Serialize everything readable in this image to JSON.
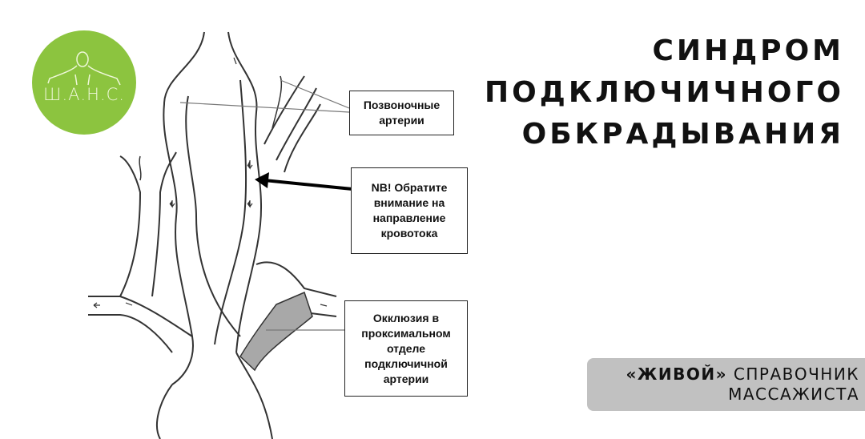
{
  "logo": {
    "text": "Ш.А.Н.С.",
    "color": "#8cc43f"
  },
  "title": {
    "lines": [
      "СИНДРОМ",
      "ПОДКЛЮЧИЧНОГО",
      "ОБКРАДЫВАНИЯ"
    ]
  },
  "labels": {
    "vertebral": "Позвоночные артерии",
    "nb": "NB! Обратите внимание на направление кровотока",
    "occlusion": "Окклюзия в проксимальном отделе подключичной артерии"
  },
  "badge": {
    "quote": "«ЖИВОЙ»",
    "line1_rest": "СПРАВОЧНИК",
    "line2": "МАССАЖИСТА",
    "color": "#c1c1c1"
  }
}
